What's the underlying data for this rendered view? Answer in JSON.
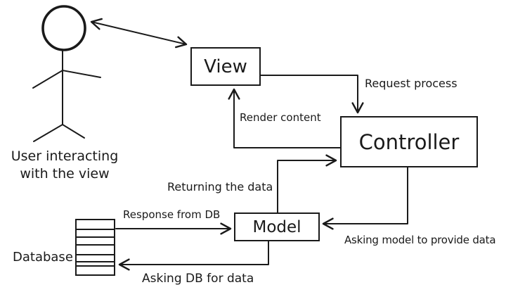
{
  "diagram": {
    "type": "flow-diagram",
    "style": "hand-drawn",
    "background": "#ffffff",
    "stroke_color": "#1a1a1a",
    "actor": {
      "caption_line1": "User interacting",
      "caption_line2": "with the view"
    },
    "nodes": [
      {
        "id": "view",
        "label": "View",
        "shape": "rectangle"
      },
      {
        "id": "controller",
        "label": "Controller",
        "shape": "rectangle"
      },
      {
        "id": "model",
        "label": "Model",
        "shape": "rectangle"
      },
      {
        "id": "database",
        "label": "Database",
        "shape": "stacked-rows-icon"
      }
    ],
    "edges": [
      {
        "from": "User",
        "to": "View",
        "bidirectional": true,
        "label": ""
      },
      {
        "from": "View",
        "to": "Controller",
        "bidirectional": false,
        "label": "Request process"
      },
      {
        "from": "Controller",
        "to": "View",
        "bidirectional": false,
        "label": "Render content"
      },
      {
        "from": "Model",
        "to": "Controller",
        "bidirectional": false,
        "label": "Returning the data"
      },
      {
        "from": "Controller",
        "to": "Model",
        "bidirectional": false,
        "label": "Asking model to provide data"
      },
      {
        "from": "Database",
        "to": "Model",
        "bidirectional": false,
        "label": "Response from DB"
      },
      {
        "from": "Model",
        "to": "Database",
        "bidirectional": false,
        "label": "Asking DB for data"
      }
    ]
  }
}
